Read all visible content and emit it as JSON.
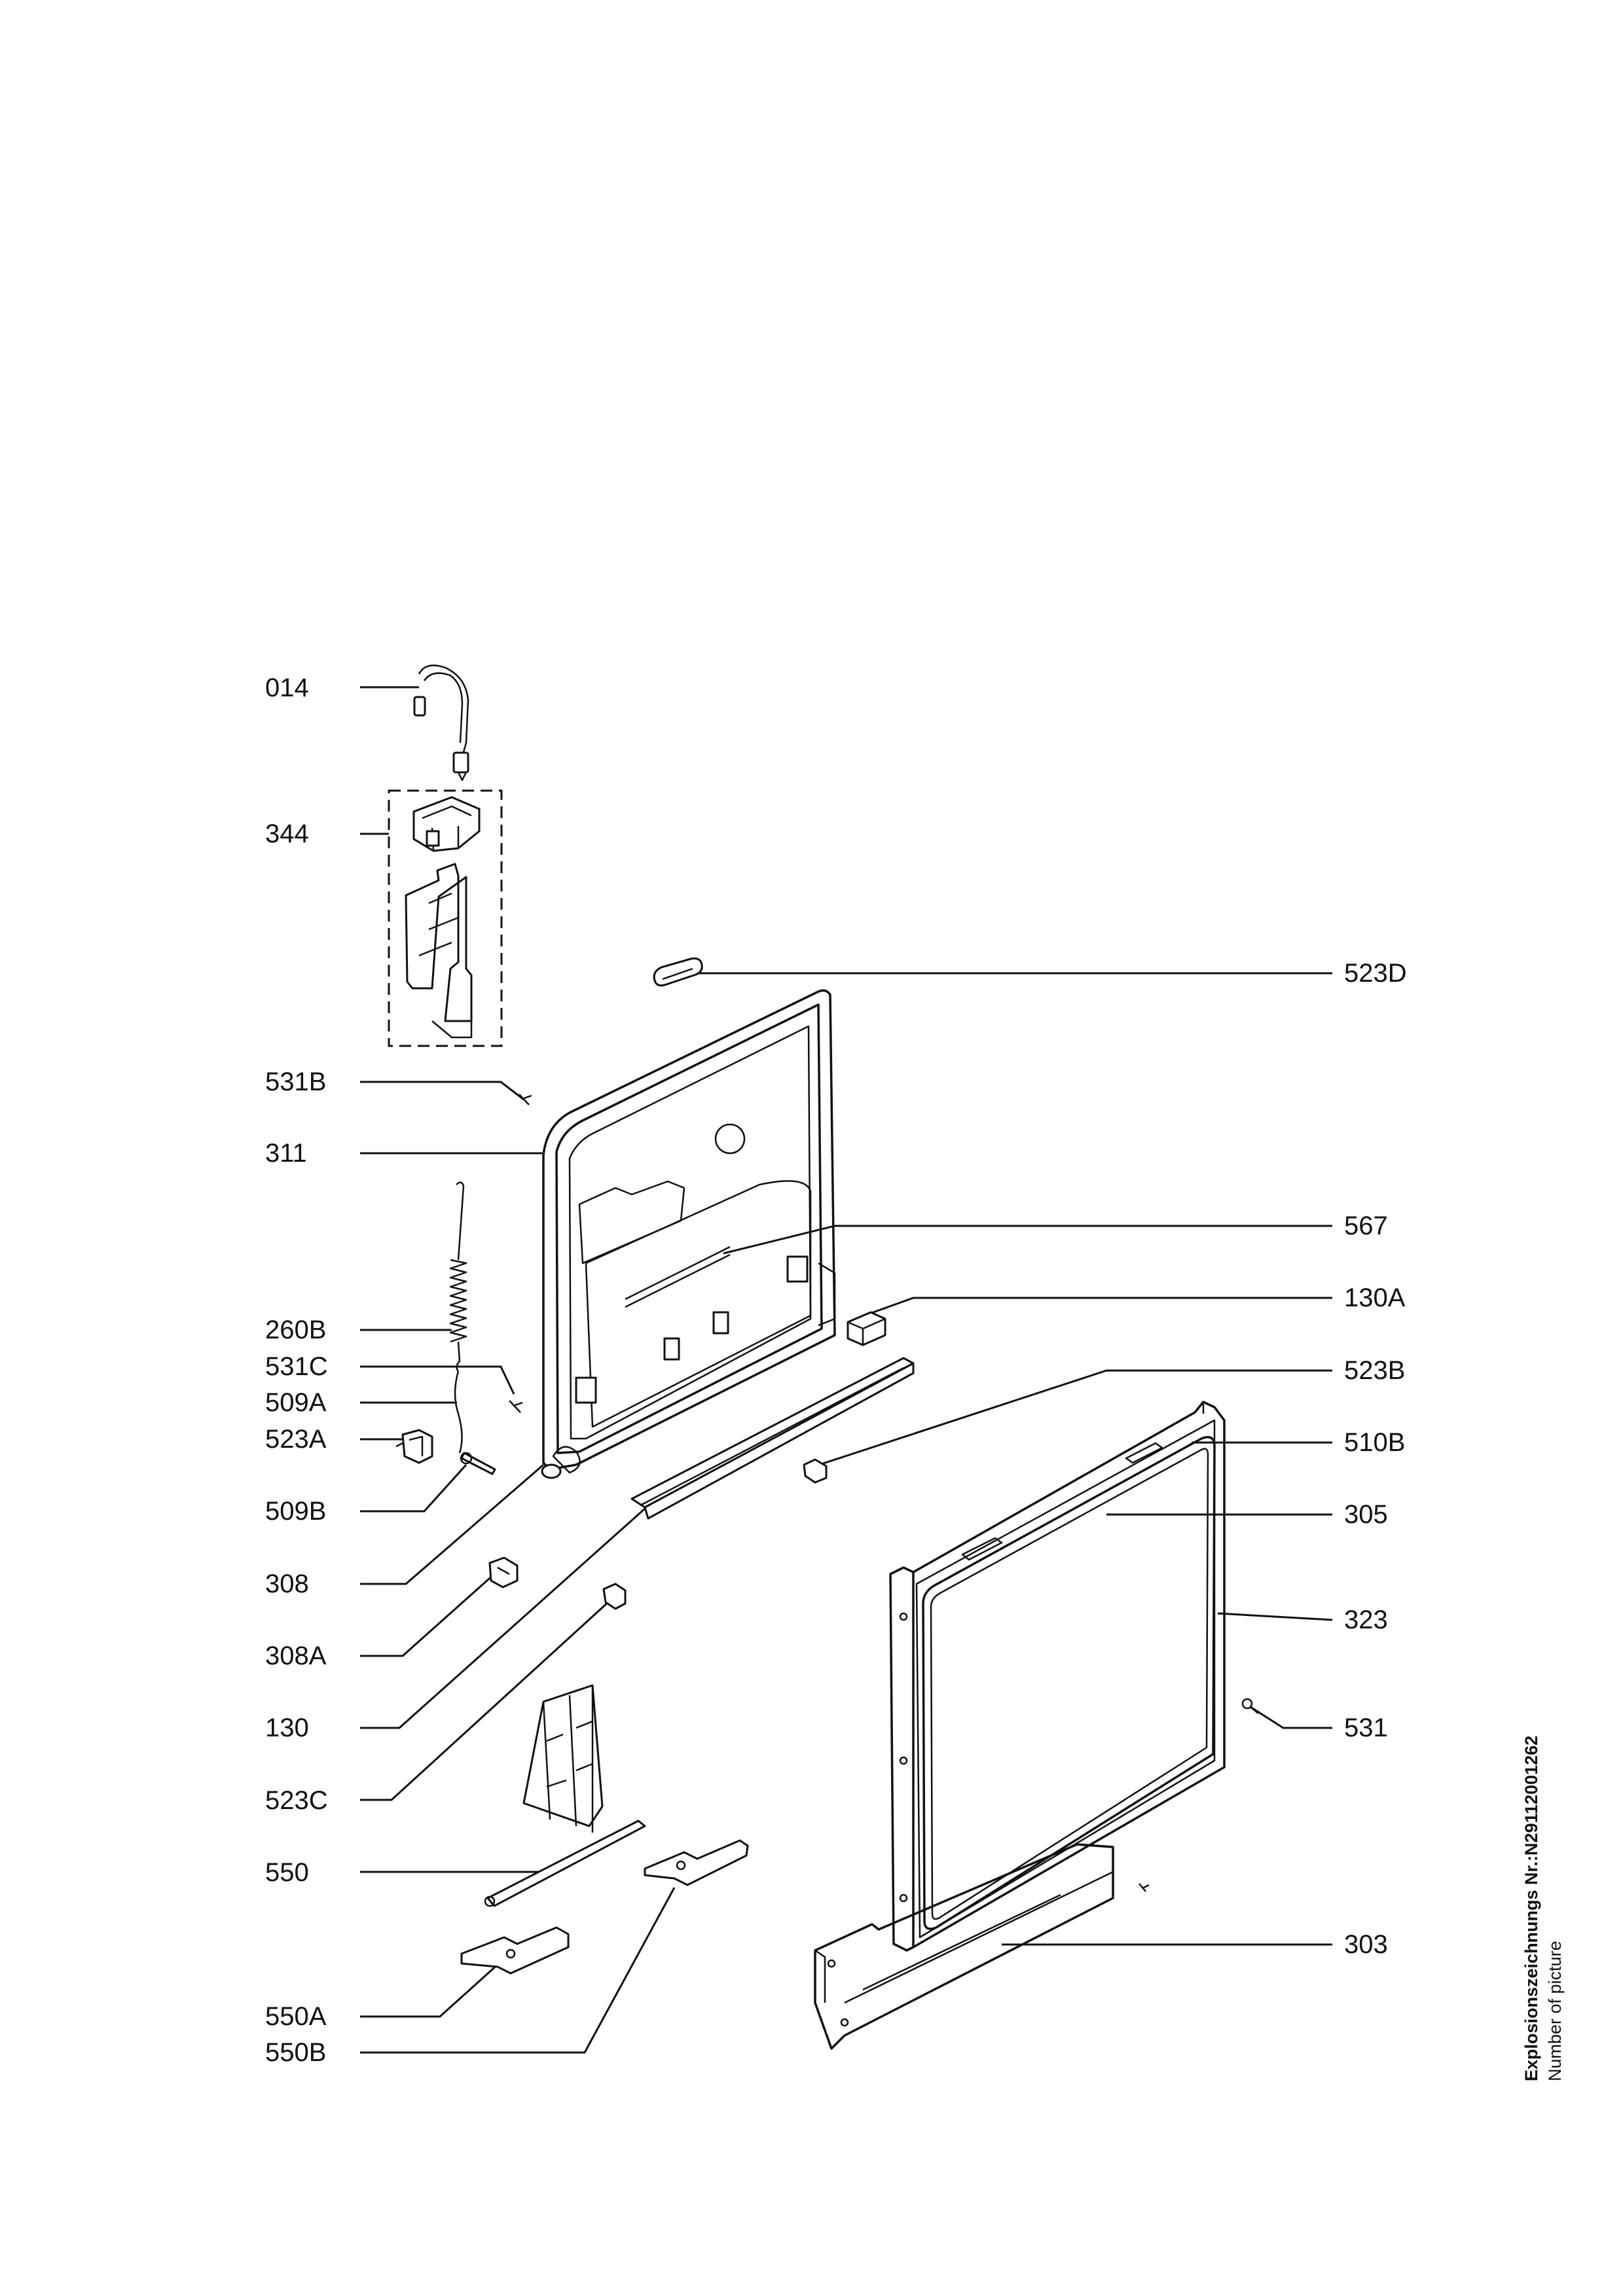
{
  "callouts": [
    {
      "id": "014"
    },
    {
      "id": "344"
    },
    {
      "id": "531B"
    },
    {
      "id": "311"
    },
    {
      "id": "260B"
    },
    {
      "id": "531C"
    },
    {
      "id": "509A"
    },
    {
      "id": "523A"
    },
    {
      "id": "509B"
    },
    {
      "id": "308"
    },
    {
      "id": "308A"
    },
    {
      "id": "130"
    },
    {
      "id": "523C"
    },
    {
      "id": "550"
    },
    {
      "id": "550A"
    },
    {
      "id": "550B"
    },
    {
      "id": "523D"
    },
    {
      "id": "567"
    },
    {
      "id": "130A"
    },
    {
      "id": "523B"
    },
    {
      "id": "510B"
    },
    {
      "id": "305"
    },
    {
      "id": "323"
    },
    {
      "id": "531"
    },
    {
      "id": "303"
    }
  ],
  "sidebar": {
    "label_bold": "Explosionszeichnungs Nr.:N29112001262",
    "label_sub": "Number of picture"
  }
}
